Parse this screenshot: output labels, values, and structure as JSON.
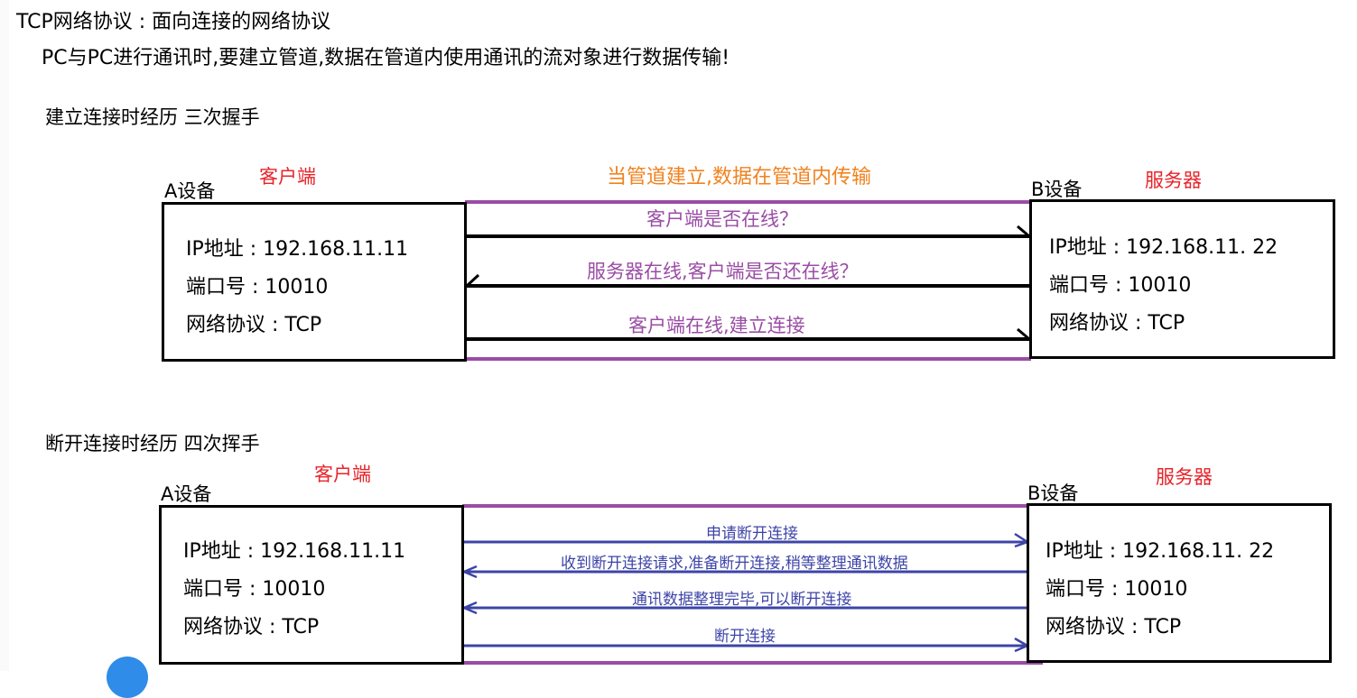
{
  "title": "TCP网络协议 : 面向连接的网络协议",
  "subtitle": "PC与PC进行通讯时,要建立管道,数据在管道内使用通讯的流对象进行数据传输!",
  "handshake": {
    "heading": "建立连接时经历 三次握手",
    "pipe_caption": "当管道建立,数据在管道内传输",
    "client": {
      "label": "A设备",
      "role": "客户端",
      "ip": "IP地址 : 192.168.11.11",
      "port": "端口号 : 10010",
      "protocol": "网络协议 : TCP"
    },
    "server": {
      "label": "B设备",
      "role": "服务器",
      "ip": "IP地址 : 192.168.11. 22",
      "port": "端口号 : 10010",
      "protocol": "网络协议 : TCP"
    },
    "messages": [
      {
        "text": "客户端是否在线？",
        "direction": "to-server"
      },
      {
        "text": "服务器在线,客户端是否还在线？",
        "direction": "to-client"
      },
      {
        "text": "客户端在线,建立连接",
        "direction": "to-server"
      }
    ]
  },
  "wave": {
    "heading": "断开连接时经历 四次挥手",
    "client": {
      "label": "A设备",
      "role": "客户端",
      "ip": "IP地址 : 192.168.11.11",
      "port": "端口号 : 10010",
      "protocol": "网络协议 : TCP"
    },
    "server": {
      "label": "B设备",
      "role": "服务器",
      "ip": "IP地址 : 192.168.11. 22",
      "port": "端口号 : 10010",
      "protocol": "网络协议 : TCP"
    },
    "messages": [
      {
        "text": "申请断开连接",
        "direction": "to-server"
      },
      {
        "text": "收到断开连接请求,准备断开连接,稍等整理通讯数据",
        "direction": "to-client"
      },
      {
        "text": "通讯数据整理完毕,可以断开连接",
        "direction": "to-client"
      },
      {
        "text": "断开连接",
        "direction": "to-server"
      }
    ]
  },
  "colors": {
    "role": "#e8232a",
    "pipe_caption": "#f0821e",
    "pipe_line": "#9a4da5",
    "handshake_arrow": "#000000",
    "wave_arrow": "#3d44a7"
  }
}
